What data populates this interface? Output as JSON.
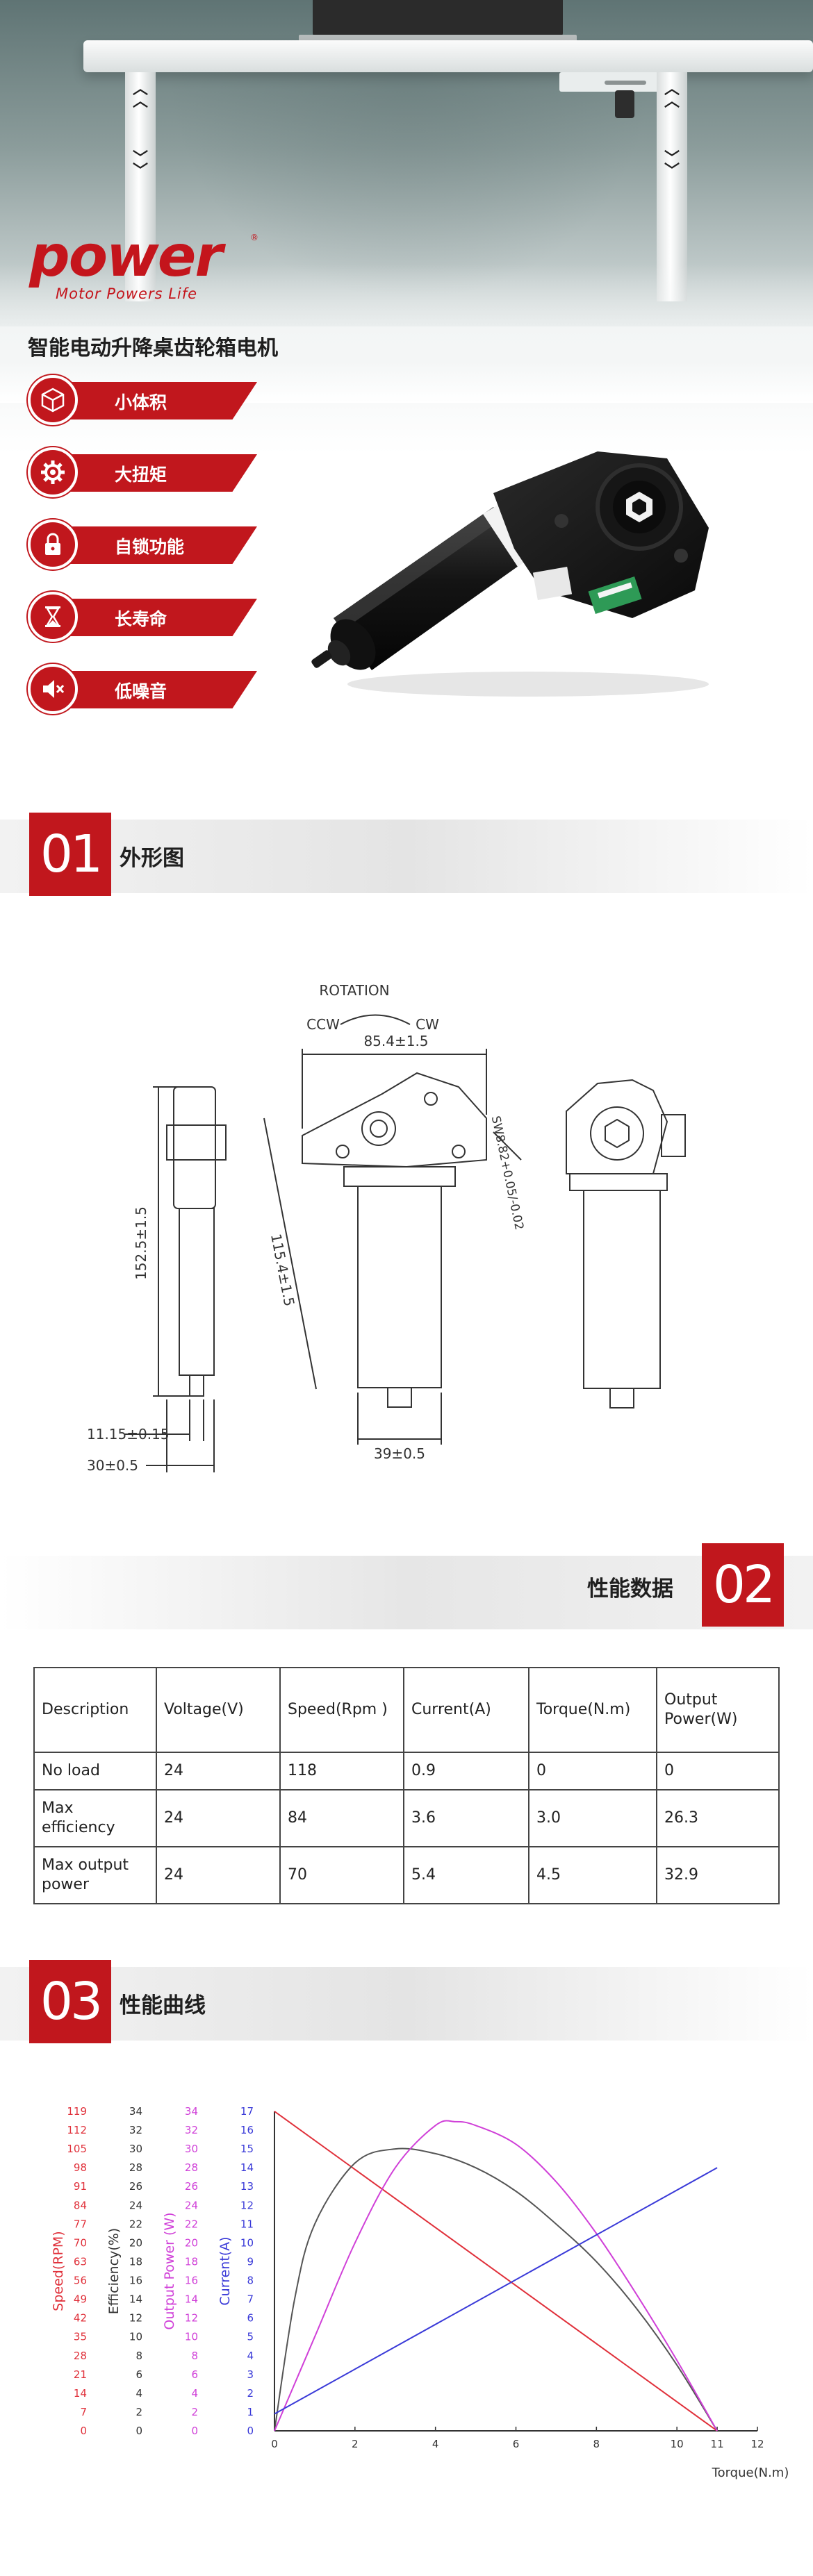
{
  "brand": {
    "name": "power",
    "registered": "®",
    "tagline": "Motor Powers Life",
    "color": "#c1171d"
  },
  "product_title": "智能电动升降桌齿轮箱电机",
  "features": [
    {
      "icon": "cube-icon",
      "label": "小体积"
    },
    {
      "icon": "gear-icon",
      "label": "大扭矩"
    },
    {
      "icon": "lock-icon",
      "label": "自锁功能"
    },
    {
      "icon": "hourglass-icon",
      "label": "长寿命"
    },
    {
      "icon": "mute-icon",
      "label": "低噪音"
    }
  ],
  "sections": {
    "s1": {
      "num": "01",
      "title": "外形图"
    },
    "s2": {
      "num": "02",
      "title": "性能数据"
    },
    "s3": {
      "num": "03",
      "title": "性能曲线"
    }
  },
  "drawing": {
    "rotation": "ROTATION",
    "ccw": "CCW",
    "cw": "CW",
    "dim_width": "85.4±1.5",
    "dim_height": "152.5±1.5",
    "dim_diag": "115.4±1.5",
    "dim_sw": "SW8.82+0.05/-0.02",
    "dim_shaft": "11.15±0.15",
    "dim_base": "30±0.5",
    "dim_motor": "39±0.5"
  },
  "perf_table": {
    "headers": [
      "Description",
      "Voltage(V)",
      "Speed(Rpm )",
      "Current(A)",
      "Torque(N.m)",
      "Output Power(W)"
    ],
    "rows": [
      [
        "No load",
        "24",
        "118",
        "0.9",
        "0",
        "0"
      ],
      [
        "Max efficiency",
        "24",
        "84",
        "3.6",
        "3.0",
        "26.3"
      ],
      [
        "Max output power",
        "24",
        "70",
        "5.4",
        "4.5",
        "32.9"
      ]
    ]
  },
  "chart_data": {
    "type": "line",
    "xlabel": "Torque(N.m)",
    "x_ticks": [
      "0",
      "2",
      "4",
      "6",
      "8",
      "10",
      "11",
      "12"
    ],
    "xlim": [
      0,
      12
    ],
    "axes": [
      {
        "label": "Speed(RPM)",
        "color": "#e0303a",
        "ticks": [
          "119",
          "112",
          "105",
          "98",
          "91",
          "84",
          "77",
          "70",
          "63",
          "56",
          "49",
          "42",
          "35",
          "28",
          "21",
          "14",
          "7",
          "0"
        ],
        "range": [
          0,
          119
        ]
      },
      {
        "label": "Efficiency(%)",
        "color": "#333333",
        "ticks": [
          "34",
          "32",
          "30",
          "28",
          "26",
          "24",
          "22",
          "20",
          "18",
          "16",
          "14",
          "12",
          "10",
          "8",
          "6",
          "4",
          "2",
          "0"
        ],
        "range": [
          0,
          34
        ]
      },
      {
        "label": "Output Power (W)",
        "color": "#d040d8",
        "ticks": [
          "34",
          "32",
          "30",
          "28",
          "26",
          "24",
          "22",
          "20",
          "18",
          "16",
          "14",
          "12",
          "10",
          "8",
          "6",
          "4",
          "2",
          "0"
        ],
        "range": [
          0,
          34
        ]
      },
      {
        "label": "Current(A)",
        "color": "#3a3ad8",
        "ticks": [
          "17",
          "16",
          "15",
          "14",
          "13",
          "12",
          "11",
          "10",
          "9",
          "8",
          "7",
          "6",
          "5",
          "4",
          "3",
          "2",
          "1",
          "0"
        ],
        "range": [
          0,
          17
        ]
      }
    ],
    "series": [
      {
        "name": "Speed",
        "color": "#e0303a",
        "axis": 0,
        "x": [
          0,
          11
        ],
        "y": [
          119,
          0
        ]
      },
      {
        "name": "Efficiency",
        "color": "#555555",
        "axis": 1,
        "x": [
          0,
          0.5,
          1,
          2,
          3,
          4,
          5,
          6,
          7,
          8,
          9,
          10,
          11
        ],
        "y": [
          0,
          14,
          22,
          28.5,
          30,
          29.5,
          28,
          25.5,
          22,
          18,
          13,
          7,
          0
        ]
      },
      {
        "name": "Output Power",
        "color": "#d040d8",
        "axis": 2,
        "x": [
          0,
          1,
          2,
          3,
          4,
          4.5,
          5,
          6,
          7,
          8,
          9,
          10,
          11
        ],
        "y": [
          0,
          10,
          20,
          28,
          32.5,
          32.9,
          32.5,
          30.5,
          26.5,
          21,
          14.5,
          7.5,
          0
        ]
      },
      {
        "name": "Current",
        "color": "#3a3ad8",
        "axis": 3,
        "x": [
          0,
          11
        ],
        "y": [
          0.9,
          14
        ]
      }
    ]
  }
}
